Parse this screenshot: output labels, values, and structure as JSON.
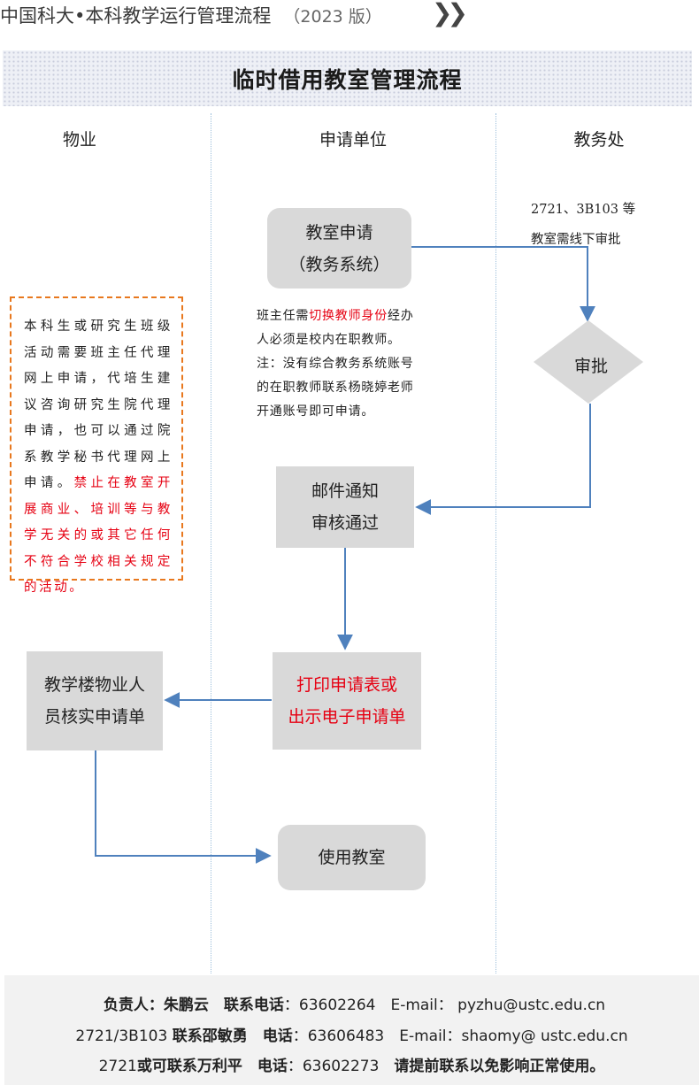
{
  "header": {
    "title": "中国科大•本科教学运行管理流程",
    "year": "（2023 版）",
    "chevron": "❯❯"
  },
  "banner": {
    "title": "临时借用教室管理流程"
  },
  "lanes": {
    "property": "物业",
    "applicant": "申请单位",
    "academic_office": "教务处"
  },
  "nodes": {
    "apply_line1": "教室申请",
    "apply_line2": "（教务系统）",
    "approve": "审批",
    "email_line1": "邮件通知",
    "email_line2": "审核通过",
    "print_line1": "打印申请表或",
    "print_line2": "出示电子申请单",
    "verify_line1": "教学楼物业人",
    "verify_line2": "员核实申请单",
    "use": "使用教室"
  },
  "notes": {
    "offline_line1": "2721、3B103 等",
    "offline_line2": "教室需线下审批",
    "teacher_prefix": "班主任需",
    "teacher_highlight": "切换教师身份",
    "teacher_suffix": "经办",
    "teacher_line2": "人必须是校内在职教师。",
    "teacher_line3": "注：没有综合教务系统账号",
    "teacher_line4": "的在职教师联系杨晓婷老师",
    "teacher_line5": "开通账号即可申请。",
    "policy_normal": "本科生或研究生班级活动需要班主任代理网上申请，代培生建议咨询研究生院代理申请，也可以通过院系教学秘书代理网上申请。",
    "policy_warning": "禁止在教室开展商业、培训等与教学无关的或其它任何不符合学校相关规定的活动。"
  },
  "footer": {
    "l1_label1": "负责人：朱鹏云",
    "l1_label2": "联系电话",
    "l1_value": "：63602264　E-mail： pyzhu@ustc.edu.cn",
    "l2_room": "2721/3B103",
    "l2_label": "联系邵敏勇　电话",
    "l2_value": "：63606483　E-mail：shaomy@ ustc.edu.cn",
    "l3_room": "2721",
    "l3_label": "或可联系万利平　电话",
    "l3_value": "：63602273",
    "l3_tail": "请提前联系以免影响正常使用。"
  },
  "colors": {
    "arrow": "#4f81bd",
    "box": "#d9d9d9",
    "highlight": "#e60012",
    "dashed_border": "#e8781e"
  }
}
